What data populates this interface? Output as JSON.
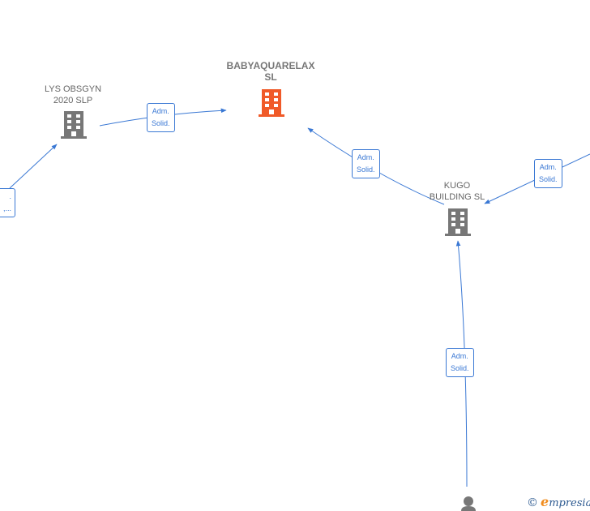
{
  "nodes": {
    "main": {
      "line1": "BABYAQUARELAX",
      "line2": "SL",
      "color": "#f05a28"
    },
    "lys": {
      "line1": "LYS OBSGYN",
      "line2": "2020  SLP",
      "color": "#777777"
    },
    "kugo": {
      "line1": "KUGO",
      "line2": "BUILDING  SL",
      "color": "#777777"
    }
  },
  "edges": {
    "lys_to_main": {
      "line1": "Adm.",
      "line2": "Solid."
    },
    "kugo_to_main": {
      "line1": "Adm.",
      "line2": "Solid."
    },
    "right_to_kugo": {
      "line1": "Adm.",
      "line2": "Solid."
    },
    "bottom_to_kugo": {
      "line1": "Adm.",
      "line2": "Solid."
    },
    "left_to_lys": {
      "line1": ".",
      "line2": ",..."
    }
  },
  "watermark": {
    "symbol": "©",
    "brand_initial": "e",
    "brand_rest": "mpresia"
  },
  "colors": {
    "edge": "#3a78d4",
    "building_gray": "#777777",
    "building_main": "#f05a28"
  }
}
